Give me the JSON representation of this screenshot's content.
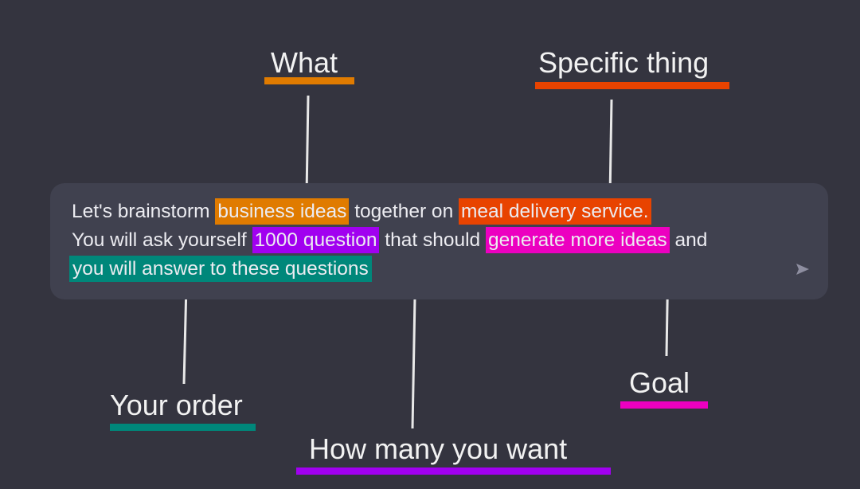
{
  "prompt": {
    "line1": {
      "pre": "Let's brainstorm ",
      "hl1": "business ideas",
      "mid": " together on ",
      "hl2": "meal delivery service."
    },
    "line2": {
      "pre": "You will ask yourself ",
      "hl1": "1000 question",
      "mid": " that should ",
      "hl2": "generate more ideas",
      "post": " and"
    },
    "line3": {
      "hl1": "you will answer to these questions"
    },
    "send_icon": "send-icon"
  },
  "labels": {
    "what": "What",
    "specific": "Specific thing",
    "order": "Your order",
    "goal": "Goal",
    "how_many": "How many you want"
  },
  "colors": {
    "what": "#e07b00",
    "specific": "#e84300",
    "order": "#00877a",
    "goal": "#ec00c0",
    "how_many": "#a100f0",
    "background": "#34343f",
    "input": "#40414f"
  }
}
